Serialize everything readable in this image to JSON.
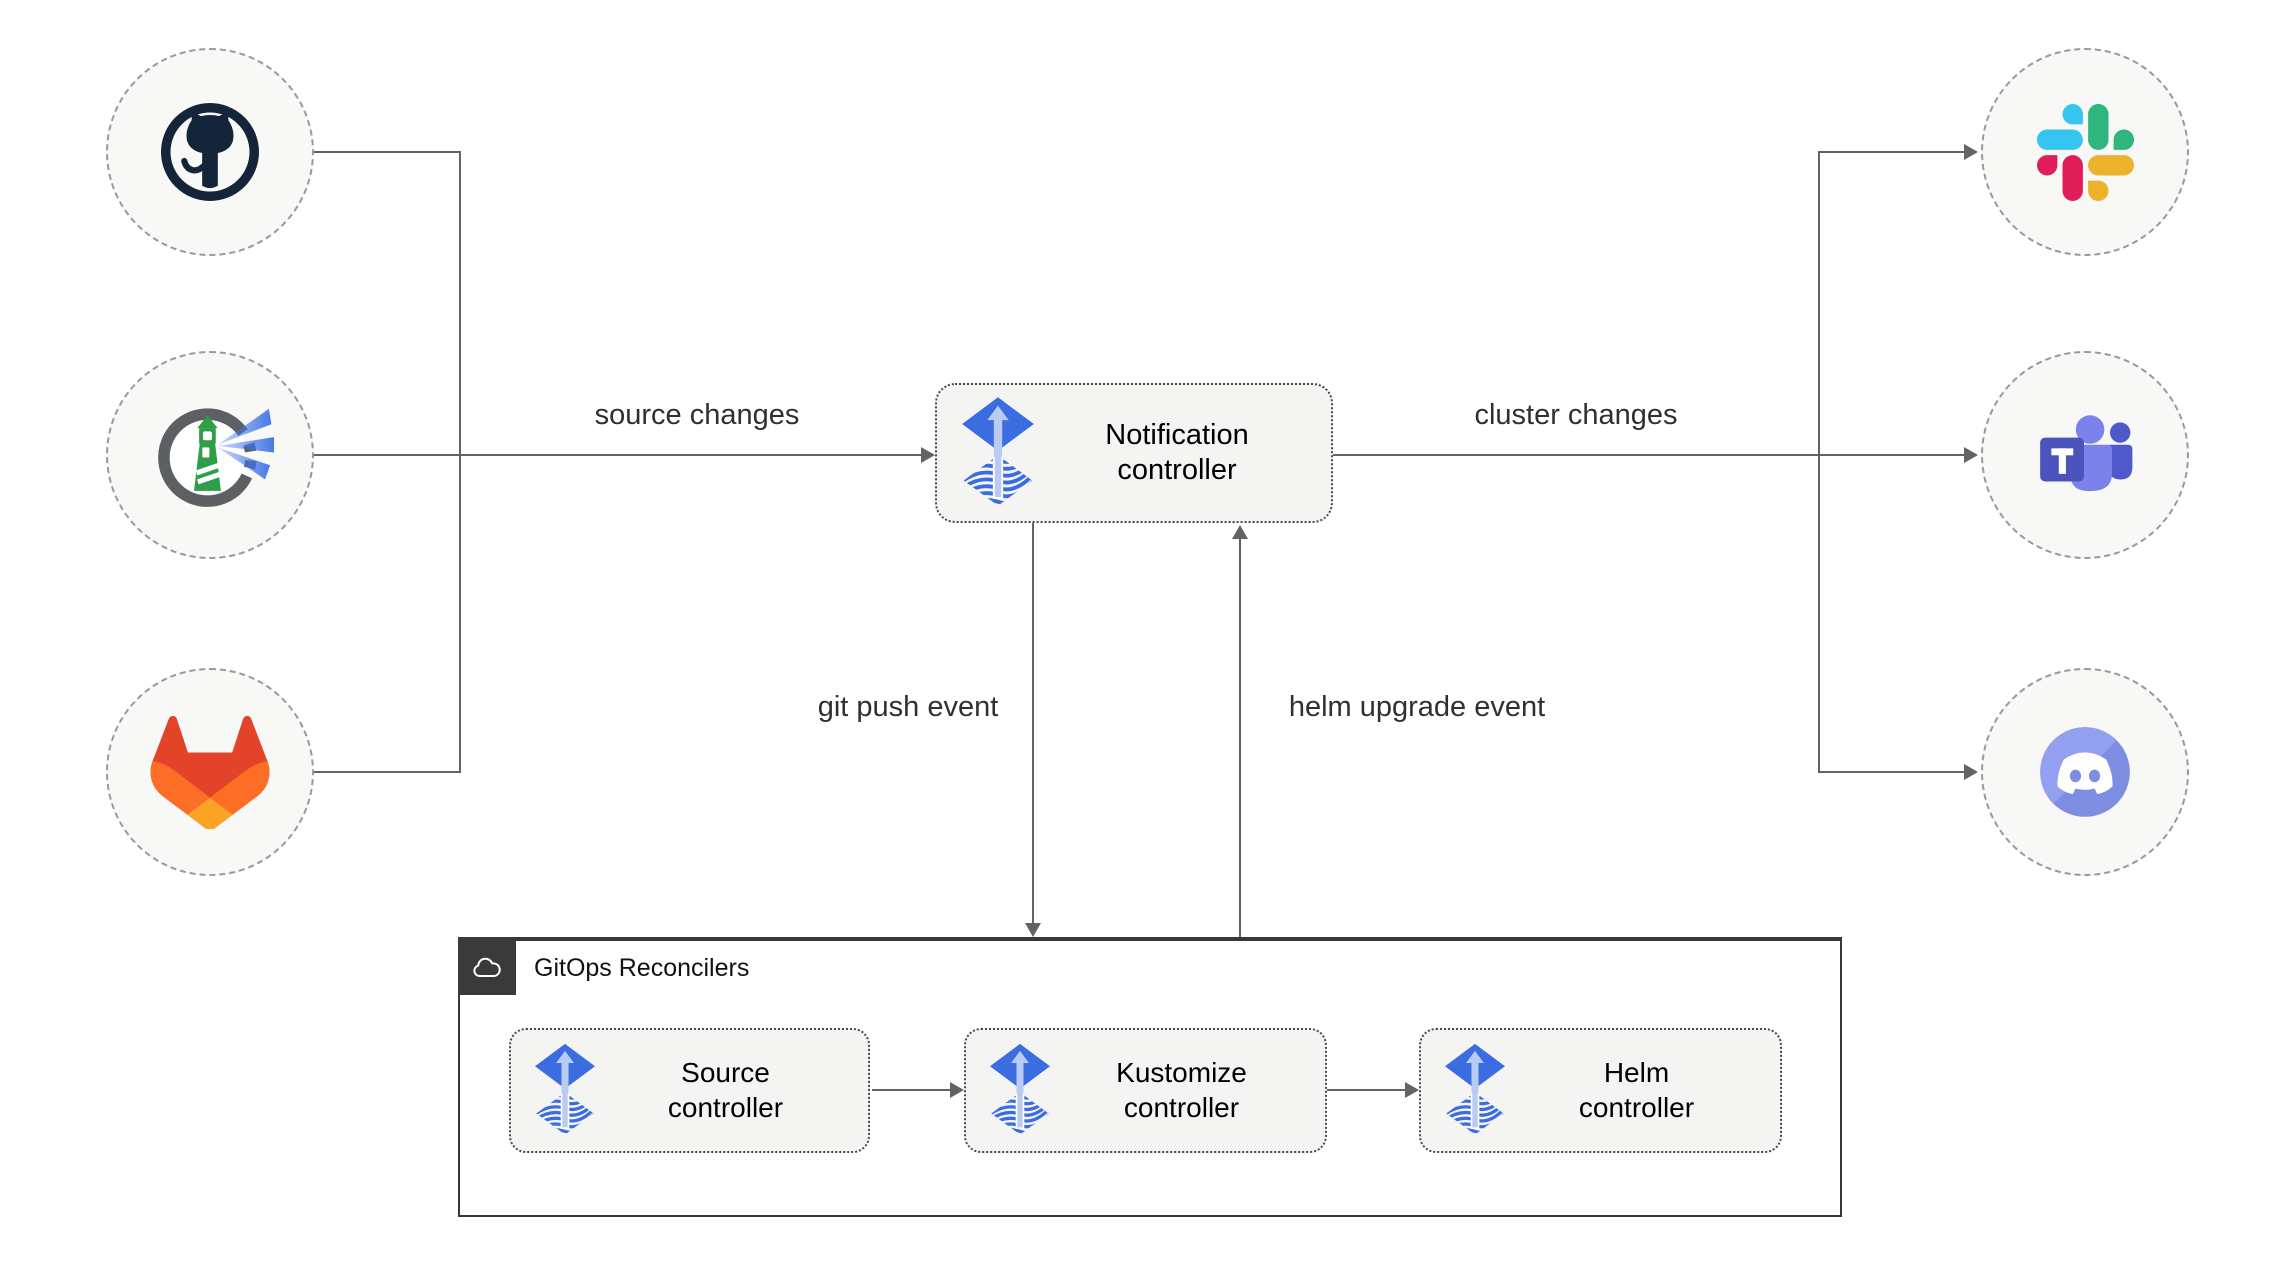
{
  "edge_labels": {
    "source_changes": "source changes",
    "cluster_changes": "cluster changes",
    "git_push_event": "git push event",
    "helm_upgrade_event": "helm upgrade event"
  },
  "nodes": {
    "notification_controller": {
      "label": "Notification controller",
      "icon": "flux-icon"
    },
    "source_controller": {
      "label": "Source controller",
      "icon": "flux-icon"
    },
    "kustomize_controller": {
      "label": "Kustomize controller",
      "icon": "flux-icon"
    },
    "helm_controller": {
      "label": "Helm controller",
      "icon": "flux-icon"
    }
  },
  "group": {
    "label": "GitOps Reconcilers",
    "icon": "cloud-icon"
  },
  "alert_sources": [
    {
      "icon": "github-icon"
    },
    {
      "icon": "harbor-lighthouse-icon"
    },
    {
      "icon": "gitlab-icon"
    }
  ],
  "alert_targets": [
    {
      "icon": "slack-icon"
    },
    {
      "icon": "ms-teams-icon"
    },
    {
      "icon": "discord-icon"
    }
  ],
  "colors": {
    "line": "#636363",
    "node_fill": "#f4f4f3",
    "node_border": "#4a4a4a",
    "circle_fill": "#f8f8f6",
    "circle_border": "#9a9a9a",
    "group_border": "#383838",
    "group_badge": "#3a3a3a",
    "flux_blue": "#3b6ce0",
    "flux_arrow": "#b9cbf2",
    "text": "#303030"
  }
}
